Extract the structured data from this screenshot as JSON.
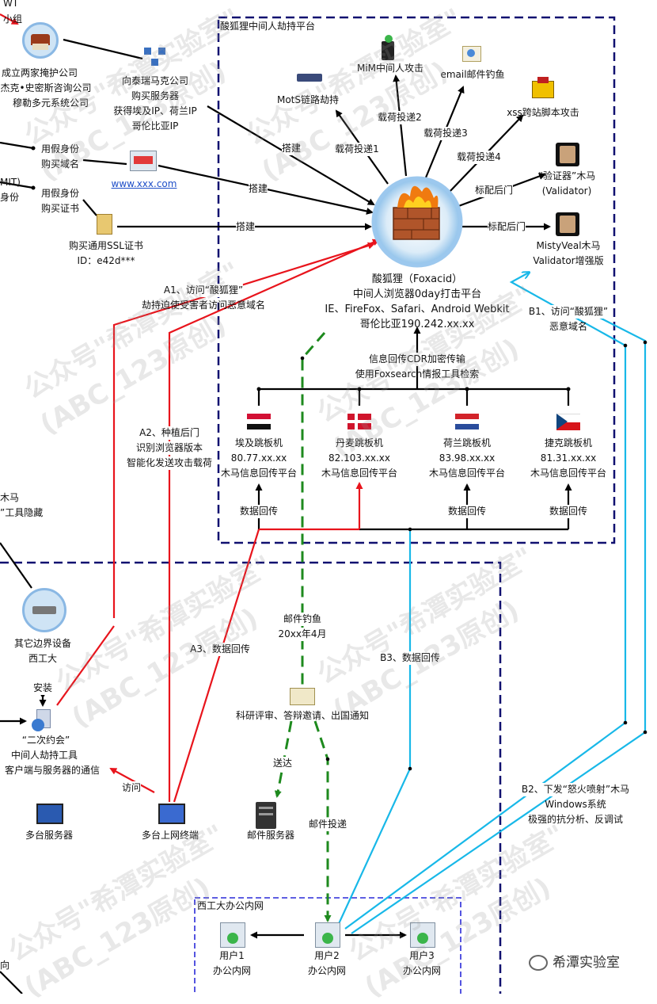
{
  "platform_title": "酸狐狸中间人劫持平台",
  "top_left": {
    "frag_a": "WT",
    "frag_b": "小组",
    "company_lines": [
      "成立两家掩护公司",
      "杰克•史密斯咨询公司",
      "穆勒多元系统公司"
    ],
    "server_lines": [
      "向泰瑞马克公司",
      "购买服务器",
      "获得埃及IP、荷兰IP",
      "哥伦比亚IP"
    ],
    "buy_domain": [
      "用假身份",
      "购买域名"
    ],
    "domain": "www.xxx.com",
    "mit_frag": [
      "MIT)",
      "身份"
    ],
    "buy_cert": [
      "用假身份",
      "购买证书"
    ],
    "ssl_lines": [
      "购买通用SSL证书",
      "ID：e42d***"
    ],
    "build": "搭建"
  },
  "platform": {
    "mots": "MotS链路劫持",
    "mim": "MiM中间人攻击",
    "email": "email邮件钓鱼",
    "xss": "xss跨站脚本攻击",
    "validator": [
      "“验证器”木马",
      "(Validator)"
    ],
    "misty": [
      "MistyVeal木马",
      "Validator增强版"
    ],
    "payload1": "载荷投递1",
    "payload2": "载荷投递2",
    "payload3": "载荷投递3",
    "payload4": "载荷投递4",
    "backdoor": "标配后门",
    "foxacid": [
      "酸狐狸（Foxacid）",
      "中间人浏览器0day打击平台",
      "IE、FireFox、Safari、Android Webkit",
      "哥伦比亚190.242.xx.xx"
    ],
    "cdr": [
      "信息回传CDR加密传输",
      "使用Foxsearch情报工具检索"
    ],
    "relays": [
      {
        "name": "埃及跳板机",
        "ip": "80.77.xx.xx",
        "desc": "木马信息回传平台"
      },
      {
        "name": "丹麦跳板机",
        "ip": "82.103.xx.xx",
        "desc": "木马信息回传平台"
      },
      {
        "name": "荷兰跳板机",
        "ip": "83.98.xx.xx",
        "desc": "木马信息回传平台"
      },
      {
        "name": "捷克跳板机",
        "ip": "81.31.xx.xx",
        "desc": "木马信息回传平台"
      }
    ],
    "data_return": "数据回传"
  },
  "attack": {
    "a1": [
      "A1、访问“酸狐狸”",
      "劫持迫使受害者访问恶意域名"
    ],
    "a2": [
      "A2、种植后门",
      "识别浏览器版本",
      "智能化发送攻击载荷"
    ],
    "a3": "A3、数据回传",
    "b1": [
      "B1、访问“酸狐狸”",
      "恶意域名"
    ],
    "b2": [
      "B2、下发“怒火喷射”木马",
      "Windows系统",
      "极强的抗分析、反调试"
    ],
    "b3": "B3、数据回传"
  },
  "left_side": {
    "trojan_frag": [
      "木马",
      "”工具隐藏"
    ],
    "border_dev": [
      "其它边界设备",
      "西工大"
    ],
    "install": "安装",
    "second_meet": [
      "“二次约会”",
      "中间人劫持工具",
      "客户端与服务器的通信"
    ],
    "visit": "访问",
    "servers": "多台服务器",
    "terminals": "多台上网终端",
    "bottom_frag": "向"
  },
  "mail": {
    "phish": [
      "邮件钓鱼",
      "20xx年4月"
    ],
    "notice": "科研评审、答辩邀请、出国通知",
    "deliver": "送达",
    "delivery": "邮件投递",
    "mail_server": "邮件服务器"
  },
  "intranet": {
    "title": "西工大办公内网",
    "users": [
      {
        "name": "用户1",
        "net": "办公内网"
      },
      {
        "name": "用户2",
        "net": "办公内网"
      },
      {
        "name": "用户3",
        "net": "办公内网"
      }
    ]
  },
  "watermark": [
    "公众号\"希潭实验室\"",
    "(ABC_123原创)"
  ],
  "logo_text": "希潭实验室",
  "colors": {
    "red": "#e8141c",
    "cyan": "#18b8e8",
    "green": "#1e8a1e",
    "navy": "#101070"
  }
}
